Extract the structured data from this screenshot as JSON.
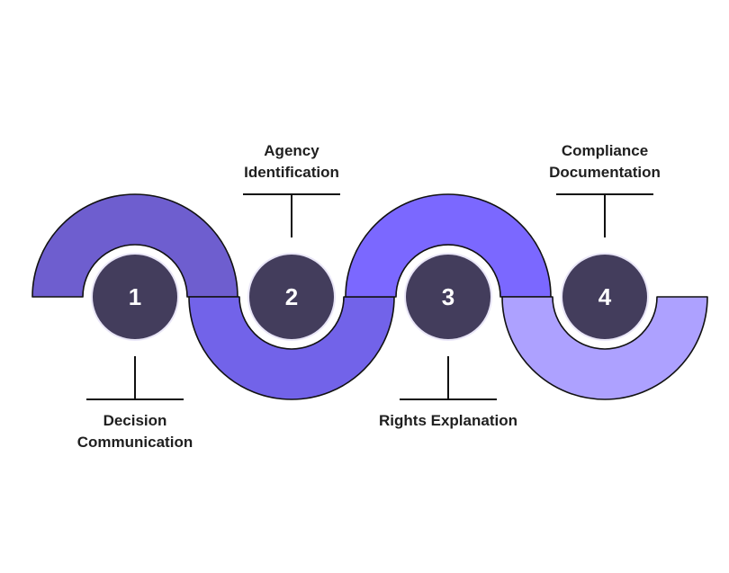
{
  "diagram": {
    "type": "wave-process",
    "colors": {
      "circle_fill": "#433D5C",
      "circle_ring": "#E9E6F7",
      "number_text": "#FFFFFF",
      "outline": "#111111",
      "label_text": "#1F1F1F"
    },
    "steps": [
      {
        "number": "1",
        "label_lines": [
          "Decision",
          "Communication"
        ],
        "label_position": "below",
        "color": "#6E5ECF"
      },
      {
        "number": "2",
        "label_lines": [
          "Agency",
          "Identification"
        ],
        "label_position": "above",
        "color": "#7263E9"
      },
      {
        "number": "3",
        "label_lines": [
          "Rights Explanation"
        ],
        "label_position": "below",
        "color": "#7B68FF"
      },
      {
        "number": "4",
        "label_lines": [
          "Compliance",
          "Documentation"
        ],
        "label_position": "above",
        "color": "#ADA1FF"
      }
    ]
  }
}
